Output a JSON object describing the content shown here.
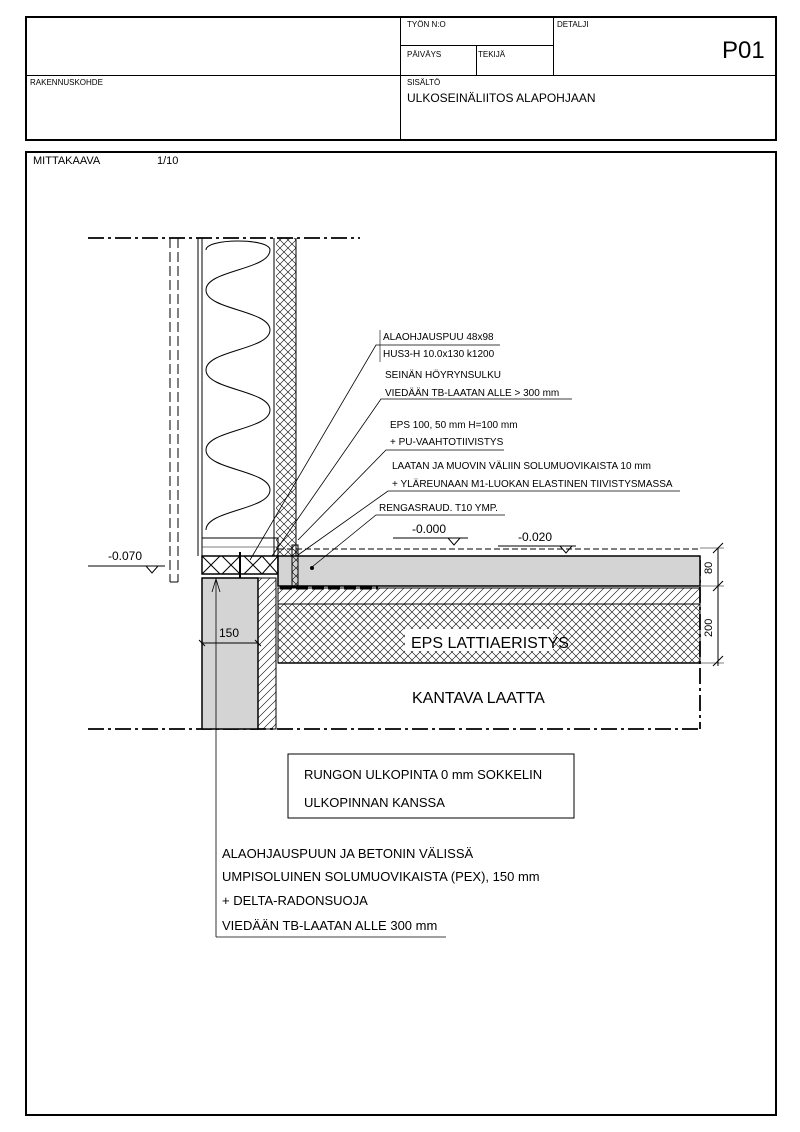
{
  "title_block": {
    "tyon_no_label": "TYÖN N:O",
    "detalji_label": "DETALJI",
    "paivays_label": "PÄIVÄYS",
    "tekija_label": "TEKIJÄ",
    "detail_id": "P01",
    "rakennuskohde_label": "RAKENNUSKOHDE",
    "sisalto_label": "SISÄLTÖ",
    "sisalto_value": "ULKOSEINÄLIITOS ALAPOHJAAN"
  },
  "drawing": {
    "scale_label": "MITTAKAAVA",
    "scale_value": "1/10",
    "annotations": {
      "alaohjauspuu_1": "ALAOHJAUSPUU 48x98",
      "alaohjauspuu_2": "HUS3-H 10.0x130 k1200",
      "hoyrynsulku_1": "SEINÄN HÖYRYNSULKU",
      "hoyrynsulku_2": "VIEDÄÄN TB-LAATAN ALLE > 300 mm",
      "eps_1": "EPS 100, 50 mm H=100 mm",
      "eps_2": "+ PU-VAAHTOTIIVISTYS",
      "laatan_1": "LAATAN JA MUOVIN VÄLIIN SOLUMUOVIKAISTA 10 mm",
      "laatan_2": "+ YLÄREUNAAN M1-LUOKAN ELASTINEN TIIVISTYSMASSA",
      "rengasraud": "RENGASRAUD. T10 YMP."
    },
    "levels": {
      "level_0": "-0.000",
      "level_020": "-0.020",
      "level_070": "-0.070"
    },
    "dimensions": {
      "d80": "80",
      "d200": "200",
      "d150": "150"
    },
    "layer_labels": {
      "eps": "EPS LATTIAERISTYS",
      "kantava": "KANTAVA LAATTA"
    },
    "box_note": {
      "line1": "RUNGON ULKOPINTA 0 mm SOKKELIN",
      "line2": "ULKOPINNAN KANSSA"
    },
    "bottom_note": {
      "line1": "ALAOHJAUSPUUN JA BETONIN VÄLISSÄ",
      "line2": "UMPISOLUINEN SOLUMUOVIKAISTA (PEX), 150 mm",
      "line3": "+ DELTA-RADONSUOJA",
      "line4": "VIEDÄÄN TB-LAATAN ALLE 300 mm"
    }
  }
}
